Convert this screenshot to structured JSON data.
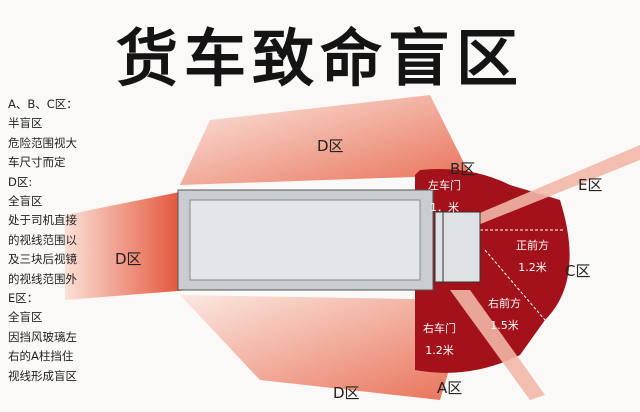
{
  "title": "货车致命盲区",
  "legend": [
    "A、B、C区：",
    "半盲区",
    "危险范围视大",
    "车尺寸而定",
    "D区:",
    "全盲区",
    "处于司机直接",
    "的视线范围以",
    "及三块后视镜",
    "的视线范围外",
    "E区：",
    "全盲区",
    "因挡风玻璃左",
    "右的A柱挡住",
    "视线形成盲区"
  ],
  "zones": {
    "d_top": "D区",
    "d_left": "D区",
    "d_bottom": "D区",
    "b": "B区",
    "e": "E区",
    "c": "C区",
    "a": "A区"
  },
  "measures": {
    "left_door": {
      "label": "左车门",
      "value": "1．米"
    },
    "front": {
      "label": "正前方",
      "value": "1.2米"
    },
    "right_front": {
      "label": "右前方",
      "value": "1.5米"
    },
    "right_door": {
      "label": "右车门",
      "value": "1.2米"
    }
  },
  "colors": {
    "red": "#a3121a",
    "light_red": "#e85a40",
    "text": "#141414"
  }
}
